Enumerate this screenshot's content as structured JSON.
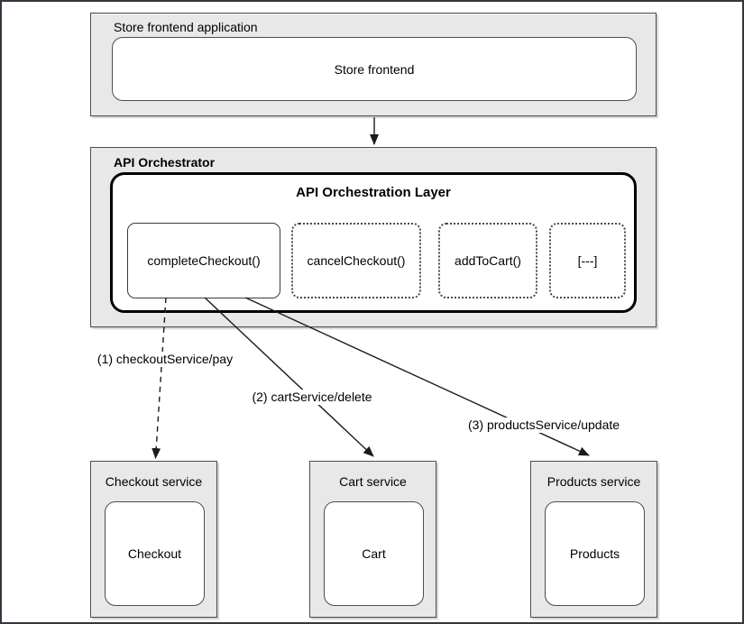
{
  "diagram": {
    "frontend_group": {
      "label": "Store frontend application",
      "node_label": "Store frontend"
    },
    "orchestrator_group": {
      "label": "API Orchestrator",
      "layer_title": "API Orchestration Layer",
      "methods": [
        {
          "label": "completeCheckout()",
          "border": "solid"
        },
        {
          "label": "cancelCheckout()",
          "border": "dotted"
        },
        {
          "label": "addToCart()",
          "border": "dotted"
        },
        {
          "label": "[---]",
          "border": "dotted"
        }
      ]
    },
    "connectors": [
      {
        "label": "(1) checkoutService/pay",
        "line_style": "dashed"
      },
      {
        "label": "(2) cartService/delete",
        "line_style": "solid"
      },
      {
        "label": "(3) productsService/update",
        "line_style": "solid"
      }
    ],
    "services": [
      {
        "label": "Checkout service",
        "node_label": "Checkout"
      },
      {
        "label": "Cart service",
        "node_label": "Cart"
      },
      {
        "label": "Products service",
        "node_label": "Products"
      }
    ],
    "colors": {
      "group_fill": "#e8e8e8",
      "group_border": "#4d4d4d",
      "layer_border": "#000000",
      "connector": "#1a1a1a",
      "frame": "#363640"
    }
  }
}
